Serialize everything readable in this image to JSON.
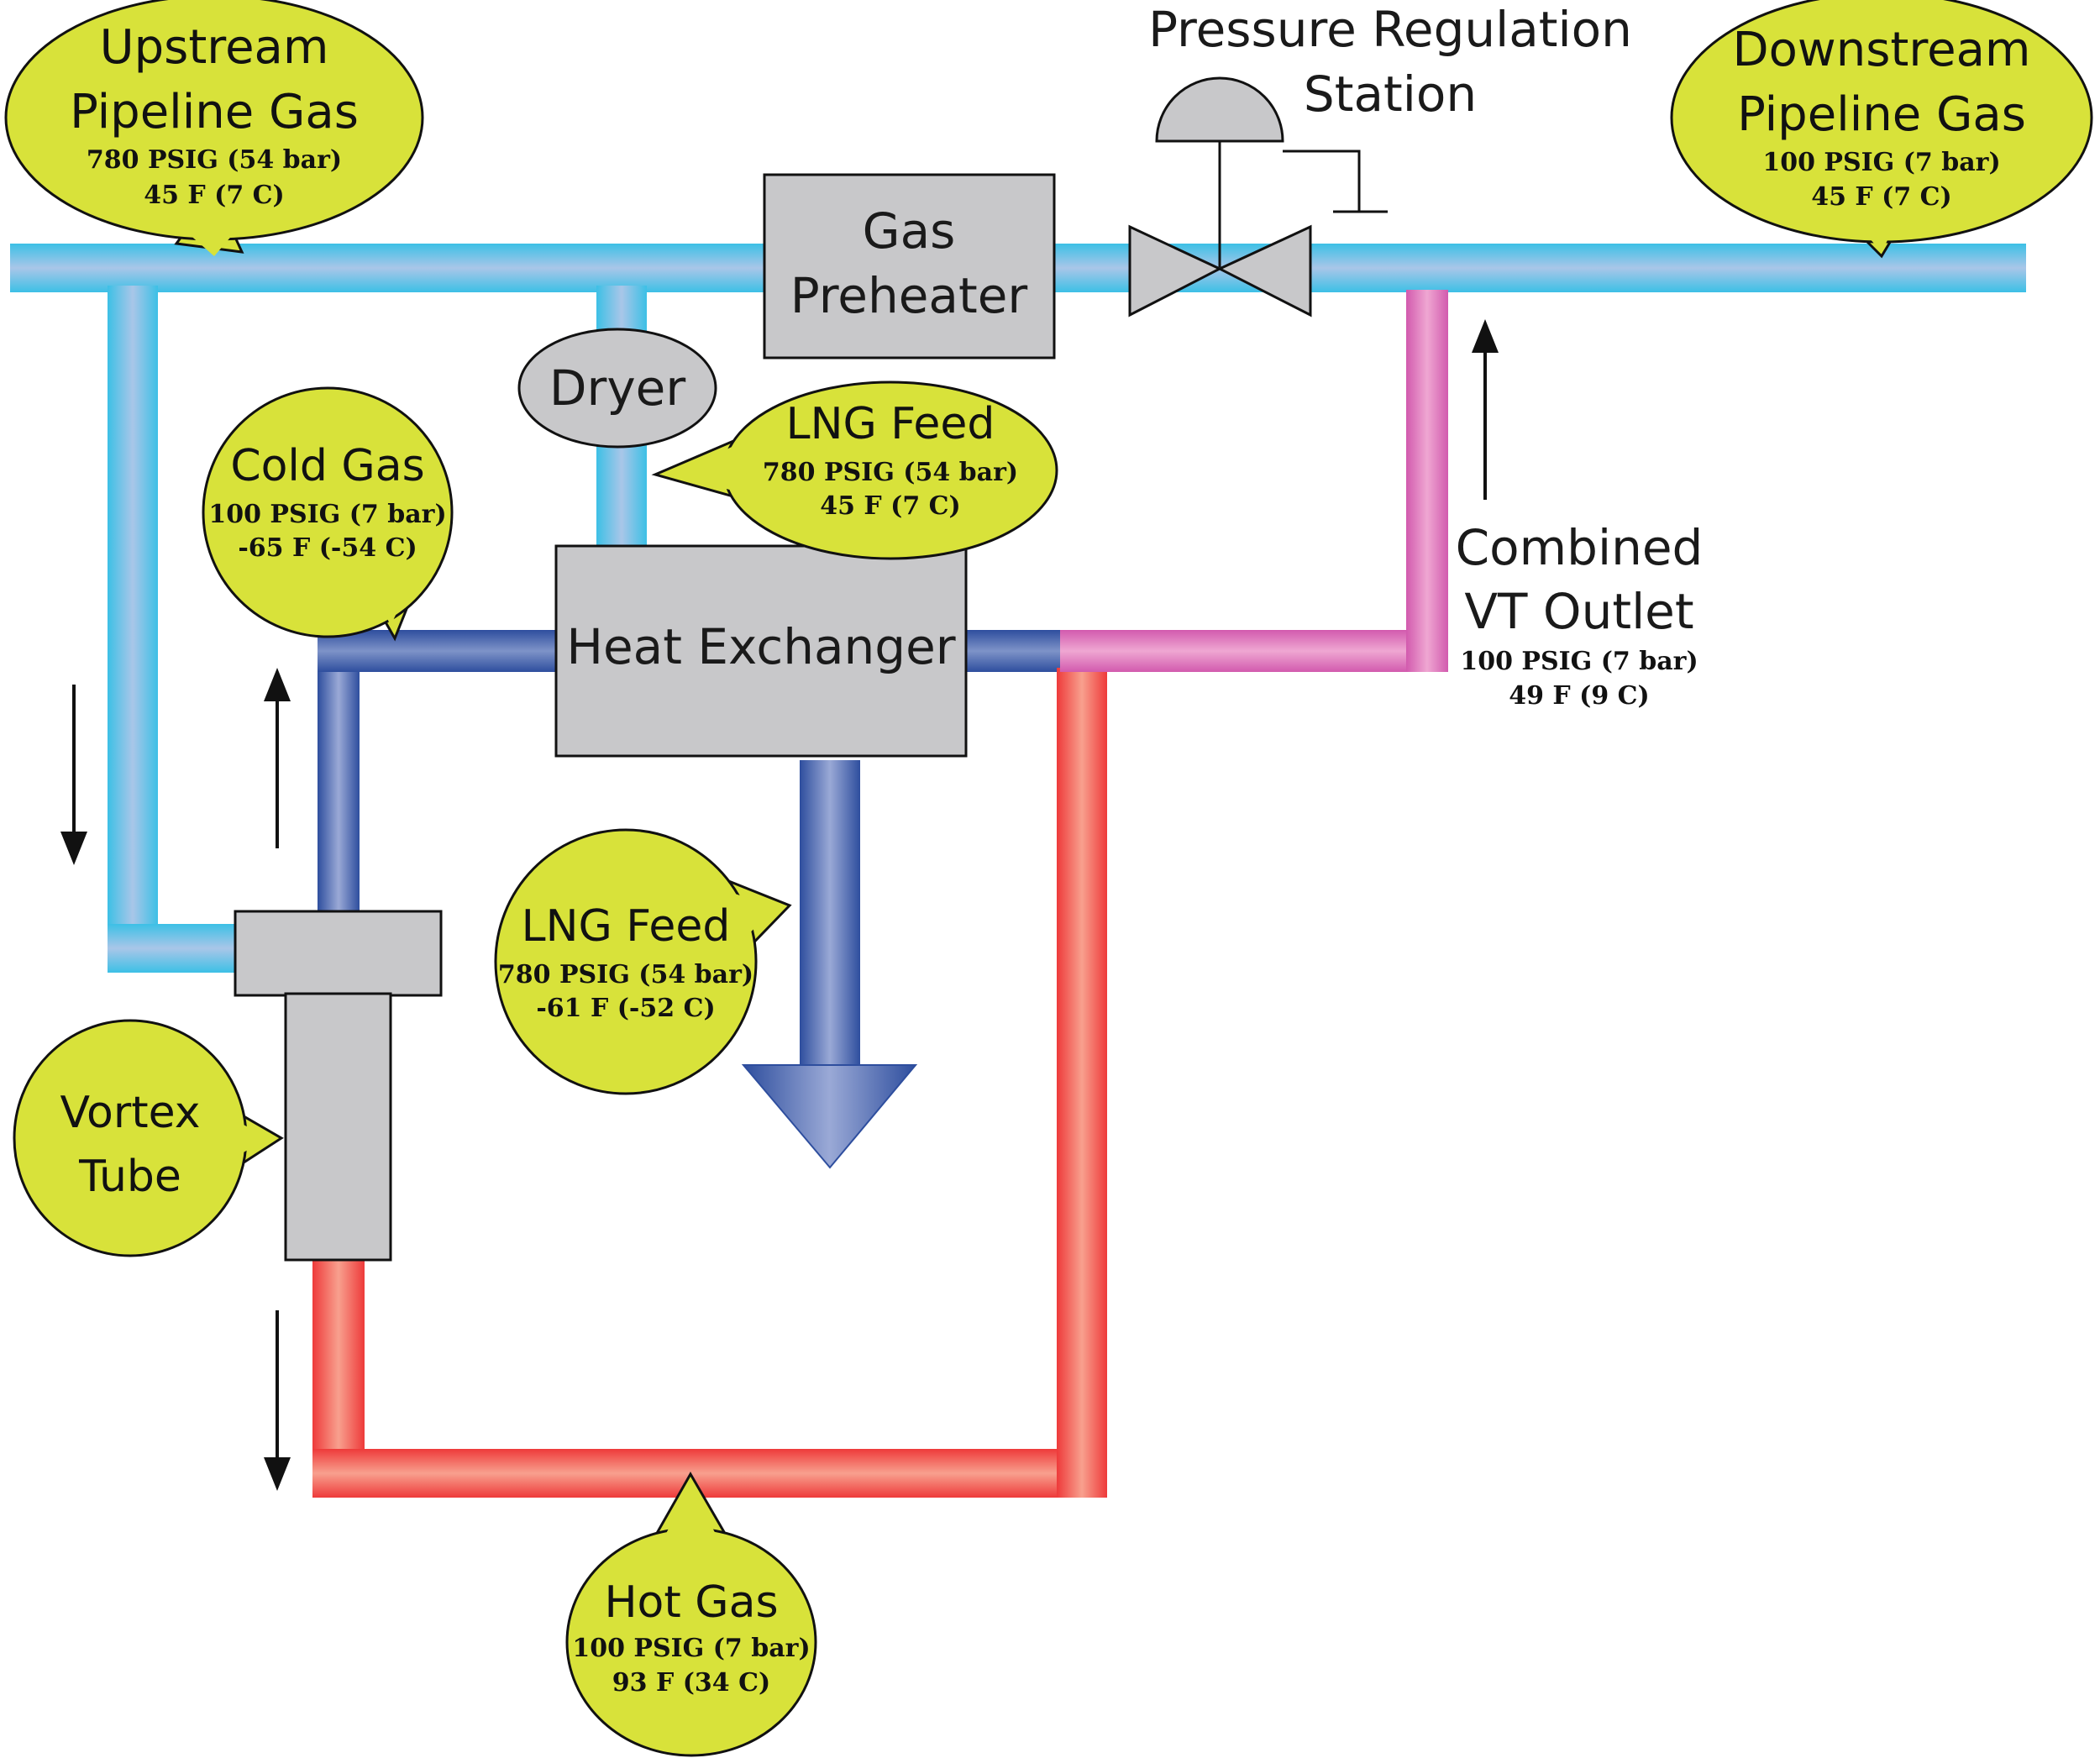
{
  "colors": {
    "pipeline_gas": "#7FD3EA",
    "cold_gas": "#3A5FAA",
    "hot_gas": "#F26B5E",
    "combined_outlet": "#D96BB5",
    "callout_fill": "#D8E23A",
    "equipment_fill": "#C8C8CA"
  },
  "nodes": {
    "gas_preheater": {
      "line1": "Gas",
      "line2": "Preheater"
    },
    "dryer": {
      "label": "Dryer"
    },
    "heat_exchanger": {
      "label": "Heat Exchanger"
    },
    "pressure_regulation_station": {
      "line1": "Pressure Regulation",
      "line2": "Station"
    },
    "vortex_tube": {
      "line1": "Vortex",
      "line2": "Tube"
    }
  },
  "streams": {
    "upstream_pipeline_gas": {
      "line1": "Upstream",
      "line2": "Pipeline Gas",
      "pressure": "780 PSIG (54 bar)",
      "temperature": "45 F (7 C)"
    },
    "downstream_pipeline_gas": {
      "line1": "Downstream",
      "line2": "Pipeline Gas",
      "pressure": "100 PSIG (7 bar)",
      "temperature": "45 F (7 C)"
    },
    "lng_feed_in": {
      "title": "LNG Feed",
      "pressure": "780 PSIG (54 bar)",
      "temperature": "45 F (7 C)"
    },
    "cold_gas": {
      "title": "Cold Gas",
      "pressure": "100 PSIG (7 bar)",
      "temperature": "-65 F (-54 C)"
    },
    "lng_feed_out": {
      "title": "LNG Feed",
      "pressure": "780 PSIG (54 bar)",
      "temperature": "-61 F (-52 C)"
    },
    "hot_gas": {
      "title": "Hot Gas",
      "pressure": "100 PSIG (7 bar)",
      "temperature": "93 F (34 C)"
    },
    "combined_vt_outlet": {
      "line1": "Combined",
      "line2": "VT Outlet",
      "pressure": "100 PSIG (7 bar)",
      "temperature": "49 F (9 C)"
    }
  }
}
